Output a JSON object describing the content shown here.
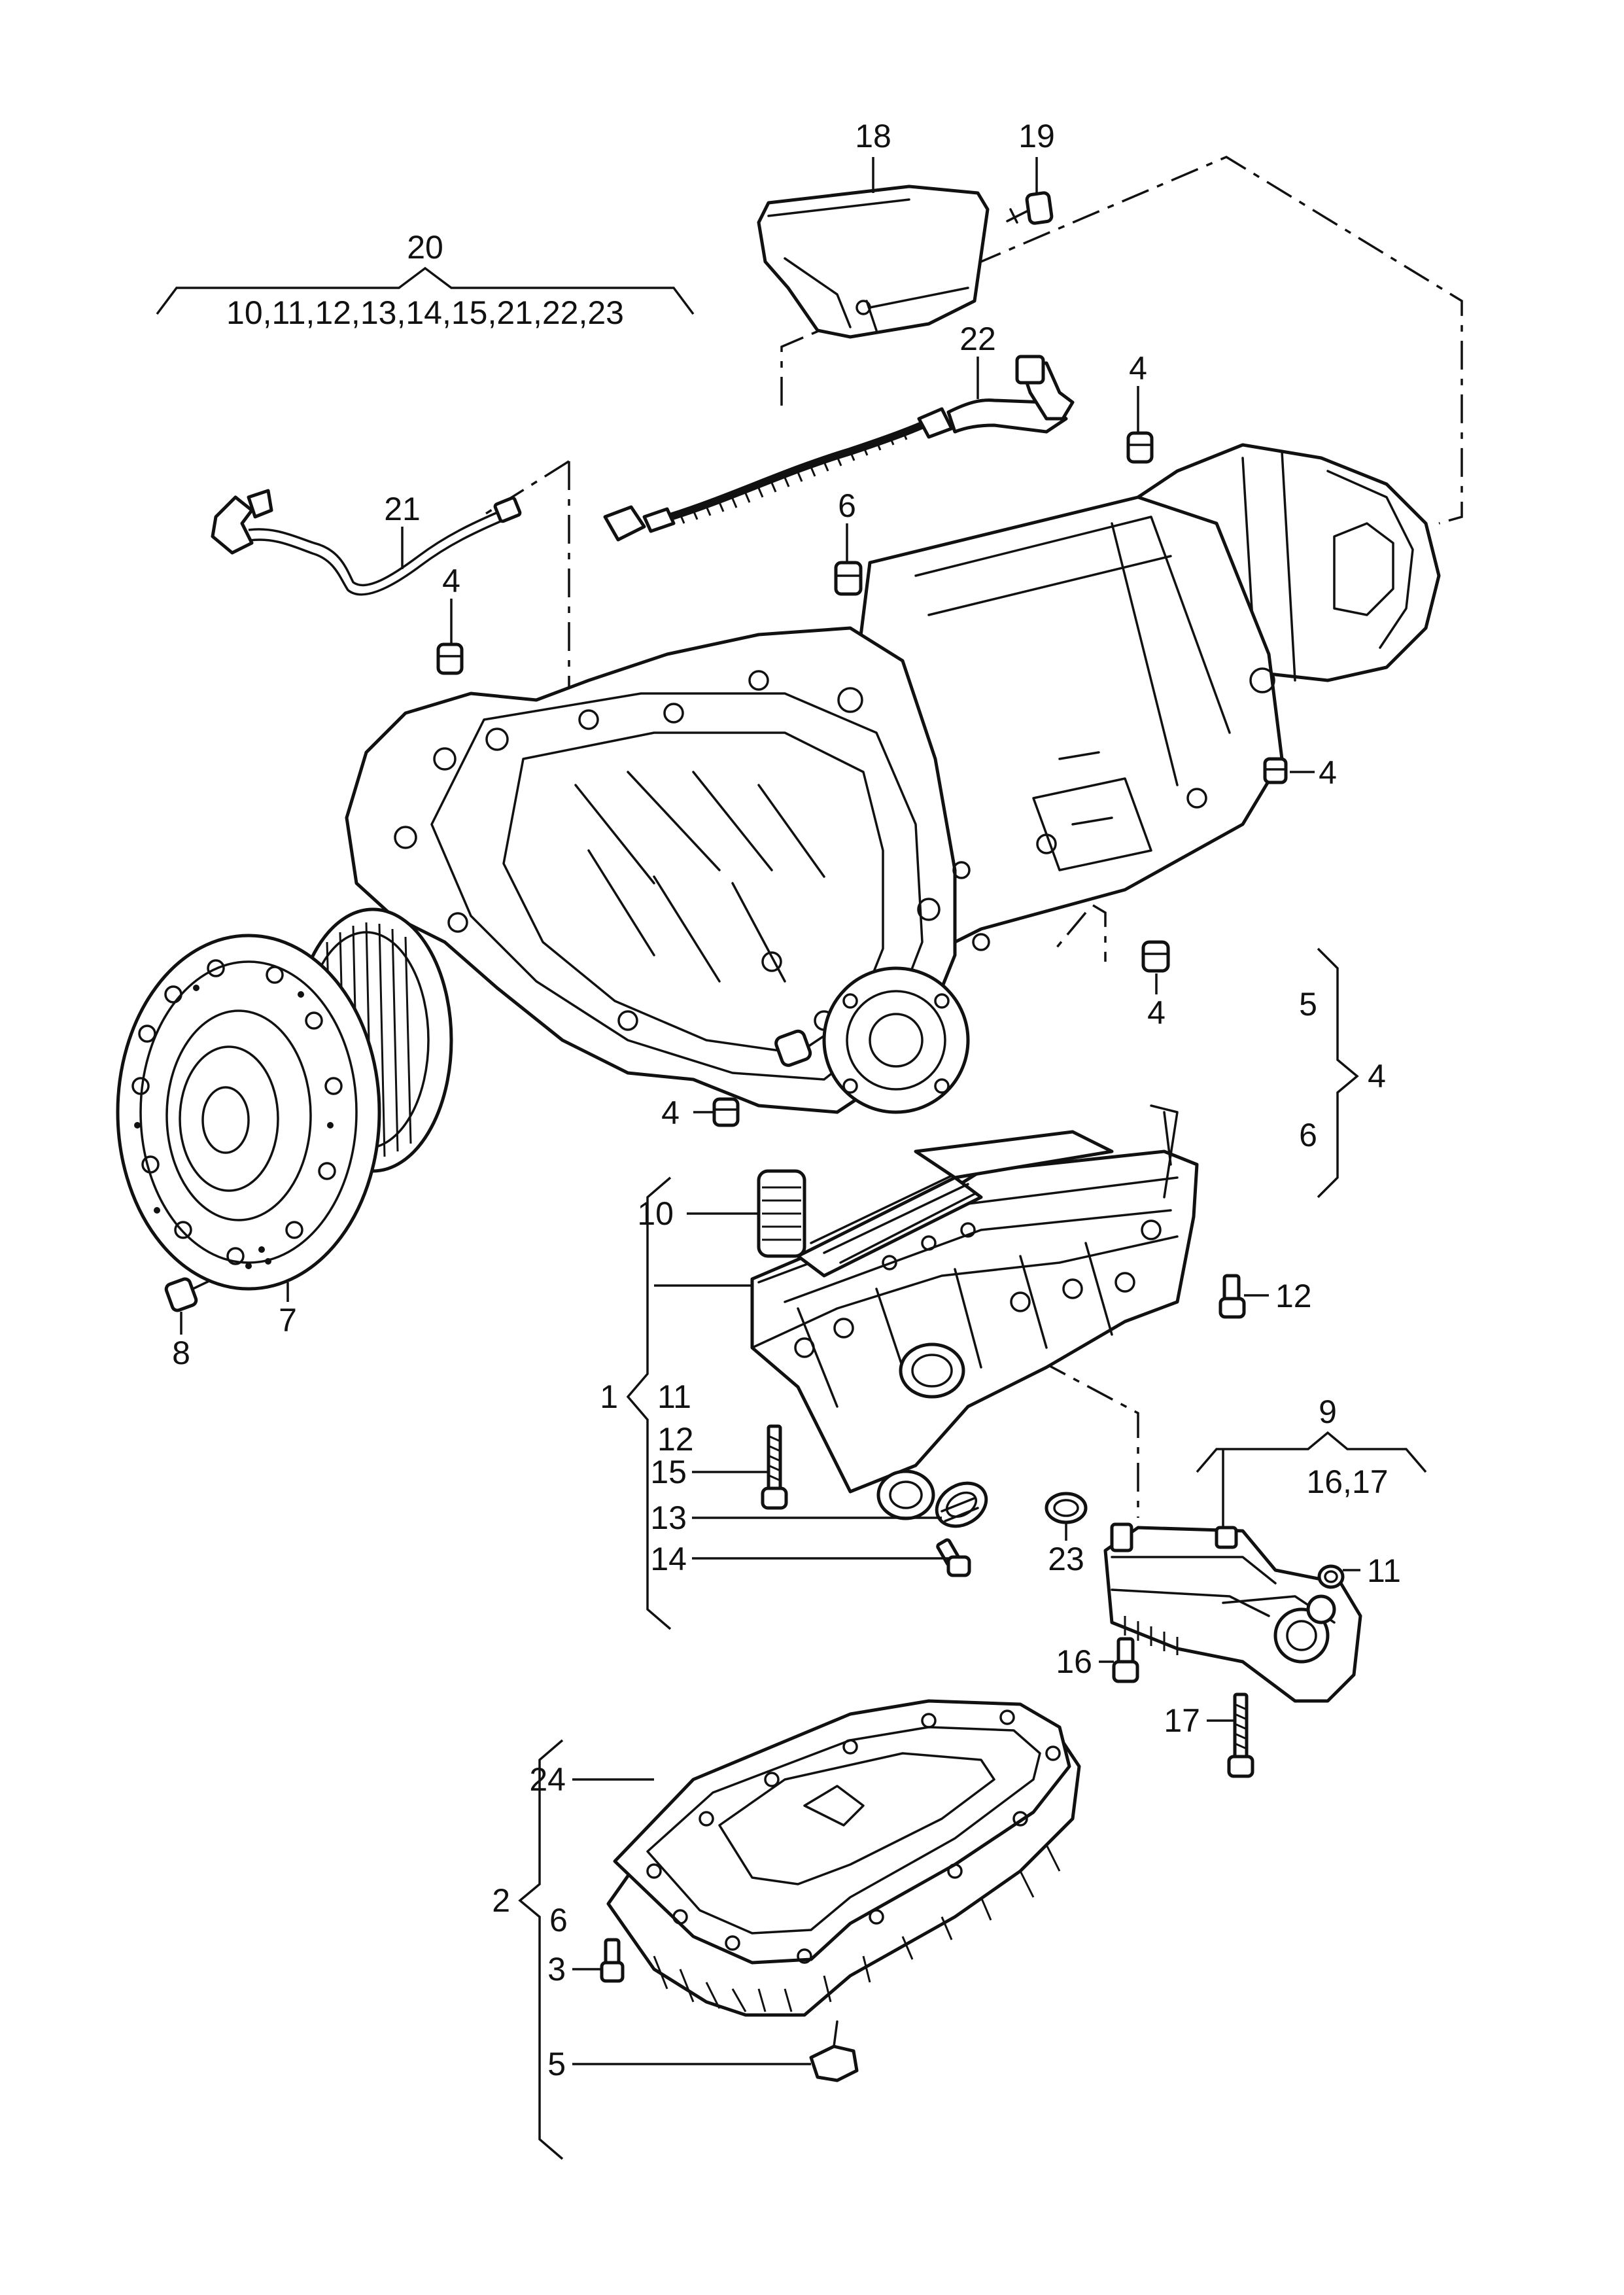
{
  "labels": {
    "p1": "1",
    "p2": "2",
    "p3": "3",
    "p4a": "4",
    "p4b": "4",
    "p4c": "4",
    "p4d": "4",
    "p4e": "4",
    "p4f": "4",
    "p5a": "5",
    "p5b": "5",
    "p6a": "6",
    "p6b": "6",
    "p6c": "6",
    "p7": "7",
    "p8": "8",
    "p9": "9",
    "p10": "10",
    "p11a": "11",
    "p11b": "11",
    "p12a": "12",
    "p12b": "12",
    "p13": "13",
    "p14": "14",
    "p15": "15",
    "p16": "16",
    "p16_17": "16,17",
    "p17": "17",
    "p18": "18",
    "p19": "19",
    "p20": "20",
    "p20_list": "10,11,12,13,14,15,21,22,23",
    "p21": "21",
    "p22": "22",
    "p23": "23",
    "p24": "24"
  }
}
